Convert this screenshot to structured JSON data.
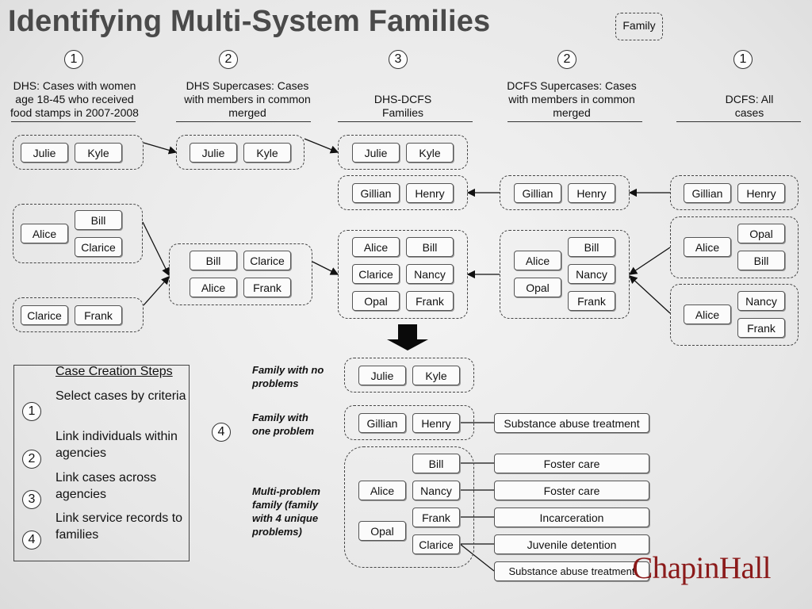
{
  "title": "Identifying Multi-System Families",
  "legend_label": "Family",
  "logo_text": "ChapinHall",
  "colors": {
    "logo": "#8b1a1a",
    "title": "#4a4a4a"
  },
  "columns": [
    {
      "step": "1",
      "header": "DHS: Cases with women age 18-45 who received food stamps in 2007-2008"
    },
    {
      "step": "2",
      "header": "DHS Supercases: Cases with  members in common merged"
    },
    {
      "step": "3",
      "header": "DHS-DCFS Families"
    },
    {
      "step": "2",
      "header": "DCFS Supercases: Cases with members in common merged"
    },
    {
      "step": "1",
      "header": "DCFS: All cases"
    }
  ],
  "names": {
    "julie": "Julie",
    "kyle": "Kyle",
    "gillian": "Gillian",
    "henry": "Henry",
    "alice": "Alice",
    "bill": "Bill",
    "clarice": "Clarice",
    "frank": "Frank",
    "nancy": "Nancy",
    "opal": "Opal"
  },
  "steps_panel": {
    "title": "Case Creation Steps",
    "items": [
      {
        "num": "1",
        "text": "Select cases by criteria"
      },
      {
        "num": "2",
        "text": "Link individuals within agencies"
      },
      {
        "num": "3",
        "text": "Link cases across agencies"
      },
      {
        "num": "4",
        "text": "Link service records to families"
      }
    ]
  },
  "step4_number": "4",
  "results": {
    "no_problems_label": "Family with no problems",
    "one_problem_label": "Family with one problem",
    "multi_problem_label": "Multi-problem family (family with 4 unique problems)",
    "services": [
      "Substance abuse treatment",
      "Foster care",
      "Foster care",
      "Incarceration",
      "Juvenile detention",
      "Substance abuse treatment"
    ]
  }
}
